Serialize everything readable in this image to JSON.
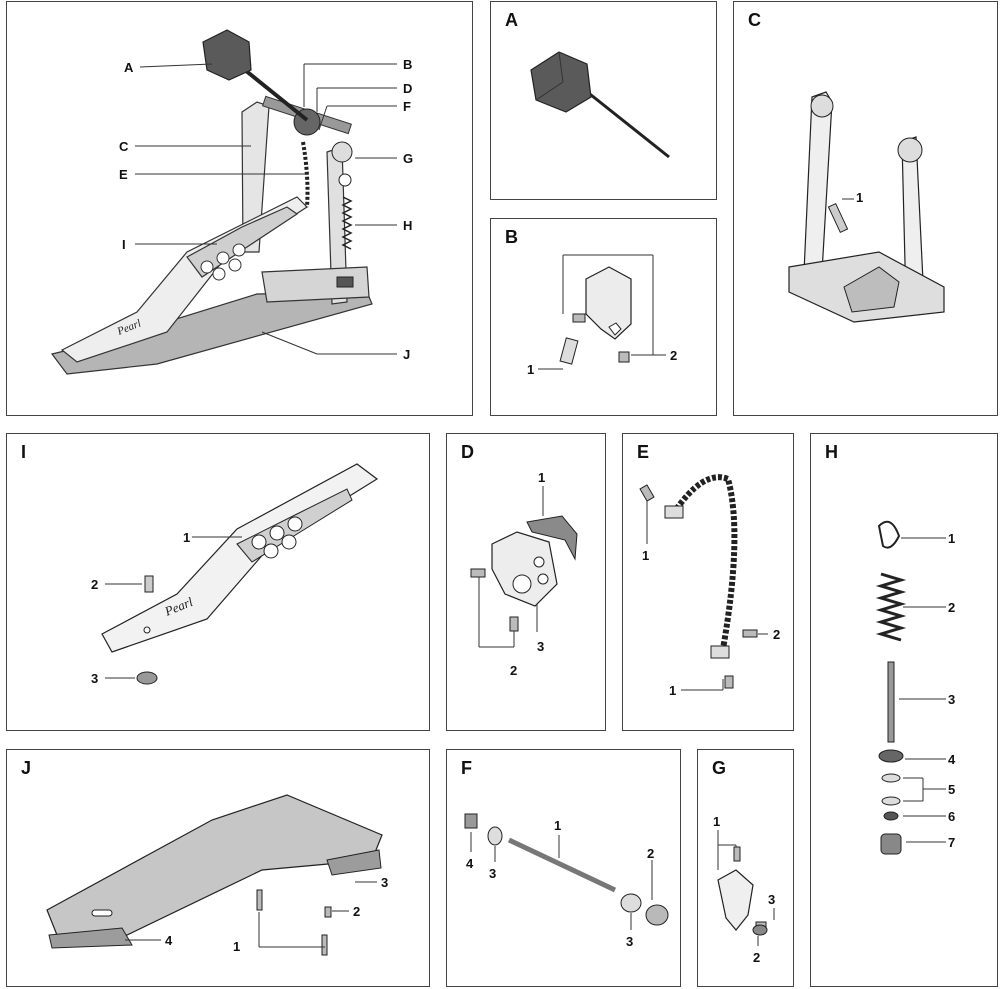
{
  "main": {
    "labels": {
      "A": "A",
      "B": "B",
      "C": "C",
      "D": "D",
      "E": "E",
      "F": "F",
      "G": "G",
      "H": "H",
      "I": "I",
      "J": "J"
    },
    "brand": "Pearl"
  },
  "panels": {
    "A": {
      "title": "A"
    },
    "B": {
      "title": "B",
      "callouts": [
        "1",
        "2"
      ]
    },
    "C": {
      "title": "C",
      "callouts": [
        "1"
      ]
    },
    "I": {
      "title": "I",
      "callouts": [
        "1",
        "2",
        "3"
      ],
      "brand": "Pearl"
    },
    "D": {
      "title": "D",
      "callouts": [
        "1",
        "2",
        "3"
      ]
    },
    "E": {
      "title": "E",
      "callouts": [
        "1",
        "2",
        "1"
      ]
    },
    "H": {
      "title": "H",
      "callouts": [
        "1",
        "2",
        "3",
        "4",
        "5",
        "6",
        "7"
      ]
    },
    "J": {
      "title": "J",
      "callouts": [
        "1",
        "2",
        "3",
        "4"
      ]
    },
    "F": {
      "title": "F",
      "callouts": [
        "1",
        "2",
        "3",
        "3",
        "4"
      ]
    },
    "G": {
      "title": "G",
      "callouts": [
        "1",
        "2",
        "3"
      ]
    }
  }
}
